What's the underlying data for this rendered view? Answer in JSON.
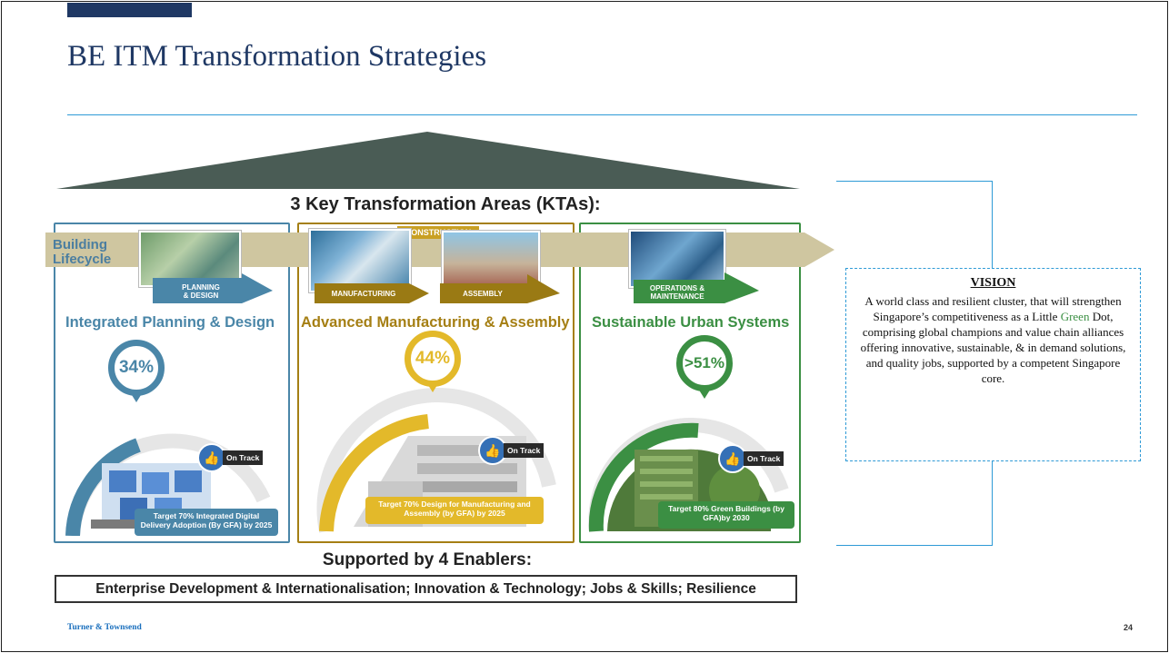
{
  "slide": {
    "title": "BE ITM Transformation Strategies",
    "page_number": "24",
    "footer_brand": "Turner & Townsend"
  },
  "diagram": {
    "kta_heading": "3 Key Transformation Areas (KTAs):",
    "lifecycle_label": "Building\nLifecycle",
    "construction_tag": "CONSTRUCTION",
    "panels": [
      {
        "tag": "PLANNING\n& DESIGN",
        "heading": "Integrated Planning & Design",
        "percent": "34%",
        "status": "On Track",
        "target": "Target 70% Integrated Digital Delivery Adoption (By GFA) by 2025",
        "color": "#4a86a8"
      },
      {
        "tag_left": "MANUFACTURING",
        "tag_right": "ASSEMBLY",
        "heading": "Advanced Manufacturing & Assembly",
        "percent": "44%",
        "status": "On Track",
        "target": "Target 70% Design for Manufacturing and Assembly (by GFA) by 2025",
        "color": "#e3b92a"
      },
      {
        "tag": "OPERATIONS &\nMAINTENANCE",
        "heading": "Sustainable Urban Systems",
        "percent": ">51%",
        "status": "On Track",
        "target": "Target 80% Green Buildings (by GFA)by 2030",
        "color": "#3b8f43"
      }
    ],
    "enablers_heading": "Supported by 4 Enablers:",
    "enablers_text": "Enterprise Development & Internationalisation; Innovation & Technology; Jobs & Skills; Resilience"
  },
  "vision": {
    "title": "VISION",
    "text_before": "A world class and resilient cluster, that will strengthen Singapore’s competitiveness as a Little ",
    "text_green": "Green",
    "text_after": " Dot, comprising global champions and value chain alliances offering innovative, sustainable, & in demand solutions, and quality jobs, supported by a competent Singapore core."
  }
}
